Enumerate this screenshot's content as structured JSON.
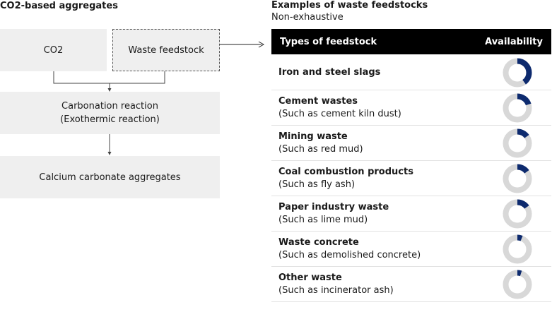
{
  "left": {
    "title": "CO2-based aggregates",
    "inputs": [
      "CO2",
      "Waste feedstock"
    ],
    "process": [
      "Carbonation reaction",
      "(Exothermic reaction)"
    ],
    "output": "Calcium carbonate aggregates"
  },
  "right": {
    "title": "Examples of waste feedstocks",
    "subtitle": "Non-exhaustive",
    "table": {
      "col_type": "Types of feedstock",
      "col_availability": "Availability",
      "rows": [
        {
          "name": "Iron and steel slags",
          "example": "",
          "availability": 0.4
        },
        {
          "name": "Cement wastes",
          "example": "(Such as cement kiln dust)",
          "availability": 0.2
        },
        {
          "name": "Mining waste",
          "example": "(Such as red mud)",
          "availability": 0.15
        },
        {
          "name": "Coal combustion products",
          "example": "(Such as fly ash)",
          "availability": 0.15
        },
        {
          "name": "Paper industry waste",
          "example": "(Such as lime mud)",
          "availability": 0.15
        },
        {
          "name": "Waste concrete",
          "example": "(Such as demolished concrete)",
          "availability": 0.06
        },
        {
          "name": "Other waste",
          "example": "(Such as incinerator ash)",
          "availability": 0.05
        }
      ]
    }
  },
  "colors": {
    "filled": "#0d2a6e",
    "track": "#d8d8d8",
    "box": "#efefef",
    "header": "#000000"
  }
}
